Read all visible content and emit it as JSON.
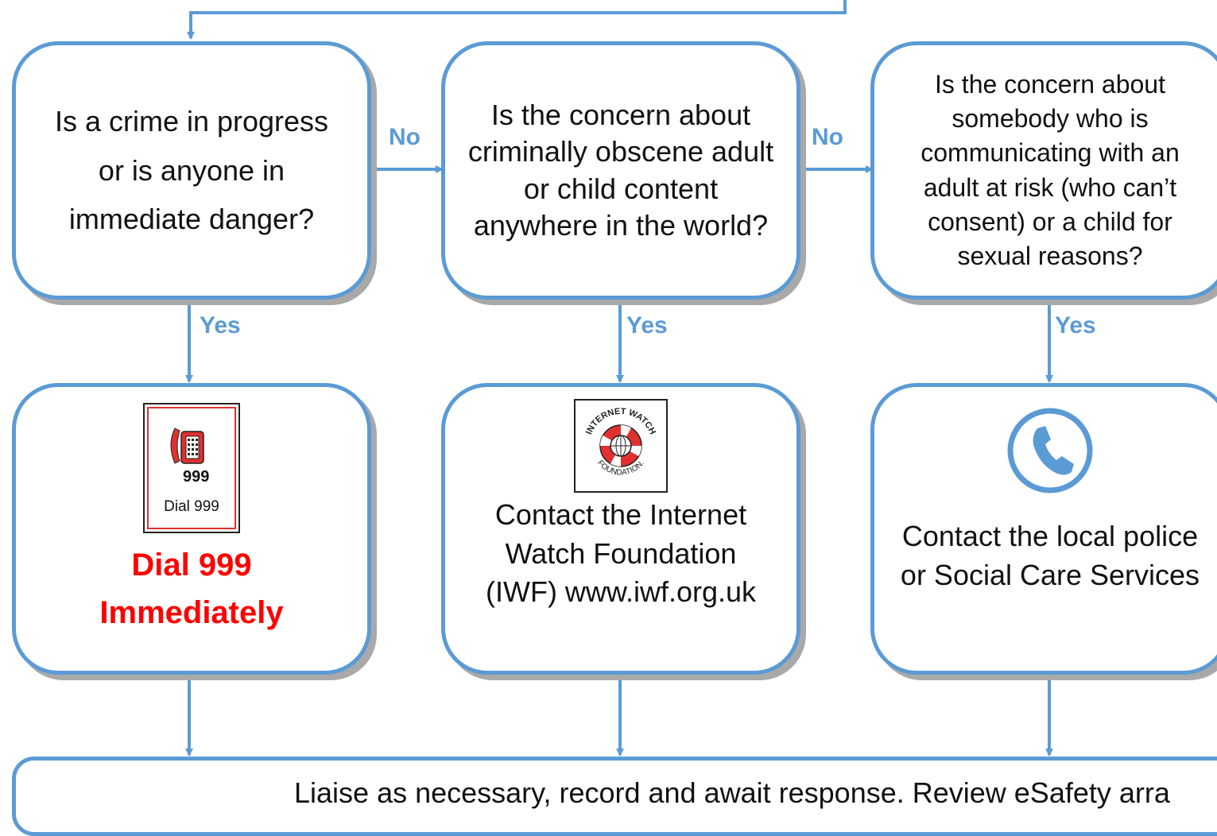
{
  "labels": {
    "no": "No",
    "yes": "Yes"
  },
  "questions": {
    "q1": "Is a crime in progress or is anyone in immediate danger?",
    "q2": "Is the concern about criminally obscene adult or child content anywhere in the world?",
    "q3": "Is the concern about somebody who is communicating with an adult at risk (who can’t consent) or a child for sexual reasons?"
  },
  "actions": {
    "dial": {
      "icon_text": "999",
      "icon_caption": "Dial 999",
      "line1": "Dial 999",
      "line2": "Immediately"
    },
    "iwf": {
      "logo_text_top": "INTERNET WATCH",
      "logo_text_bottom": "FOUNDATION.",
      "text": "Contact the Internet Watch Foundation (IWF) www.iwf.org.uk"
    },
    "police": {
      "text": "Contact the local police or Social Care Services"
    }
  },
  "bottom": {
    "text": "Liaise as necessary, record  and await response. Review eSafety arra"
  },
  "colors": {
    "accent": "#5b9bd5",
    "alert": "#ff0000"
  }
}
